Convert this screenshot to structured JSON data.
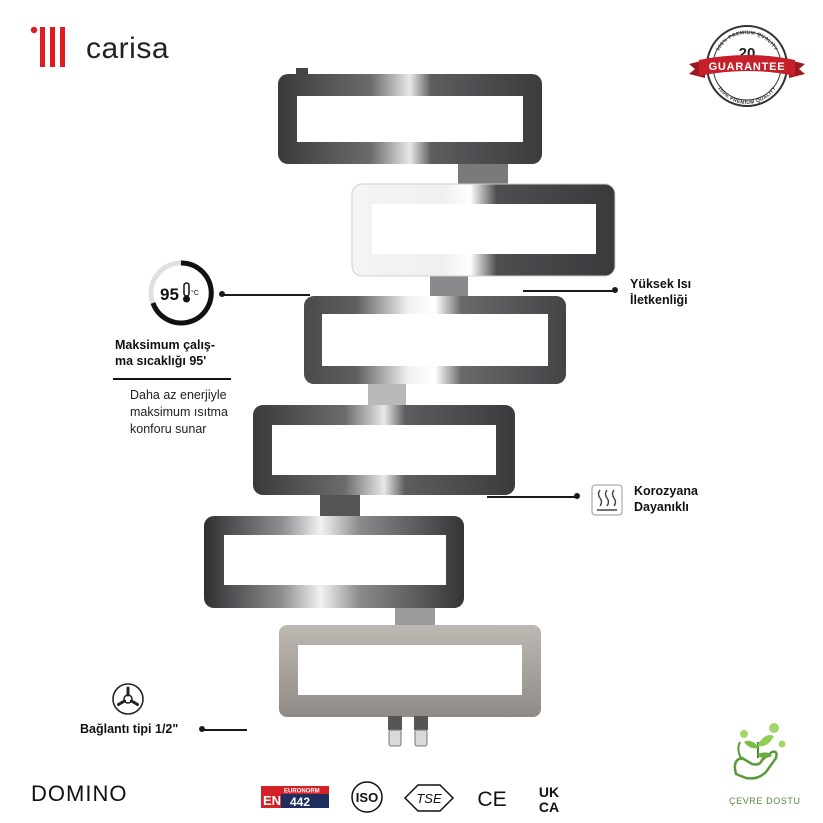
{
  "brand": {
    "name": "carisa",
    "logo_icon": "three-bars-logo-icon",
    "color": "#e11b22"
  },
  "guarantee": {
    "years": "20",
    "word": "GUARANTEE",
    "ring_text": "100% PREMIUM QUALITY",
    "color": "#c8202a"
  },
  "temperature_badge": {
    "value": "95",
    "unit": "°C",
    "icon": "thermometer-icon"
  },
  "features": {
    "max_temp_title_line1": "Maksimum çalış-",
    "max_temp_title_line2": "ma sıcaklığı 95'",
    "energy_line1": "Daha az enerjiyle",
    "energy_line2": "maksimum ısıtma",
    "energy_line3": "konforu sunar",
    "heat_line1": "Yüksek Isı",
    "heat_line2": "İletkenliği",
    "corrosion_line1": "Korozyana",
    "corrosion_line2": "Dayanıklı",
    "corrosion_icon": "heat-waves-icon",
    "connection_label": "Bağlantı tipi 1/2\"",
    "connection_icon": "valve-connection-icon"
  },
  "product": {
    "model": "DOMINO"
  },
  "certifications": {
    "en": "EN",
    "euronorm": "EURONORM",
    "en_number": "442",
    "iso": "ISO",
    "tse": "TSE",
    "ce": "CE",
    "ukca_top": "UK",
    "ukca_bottom": "CA"
  },
  "eco": {
    "label": "ÇEVRE DOSTU",
    "icon": "hand-plant-icon",
    "color": "#5a9a3a"
  }
}
